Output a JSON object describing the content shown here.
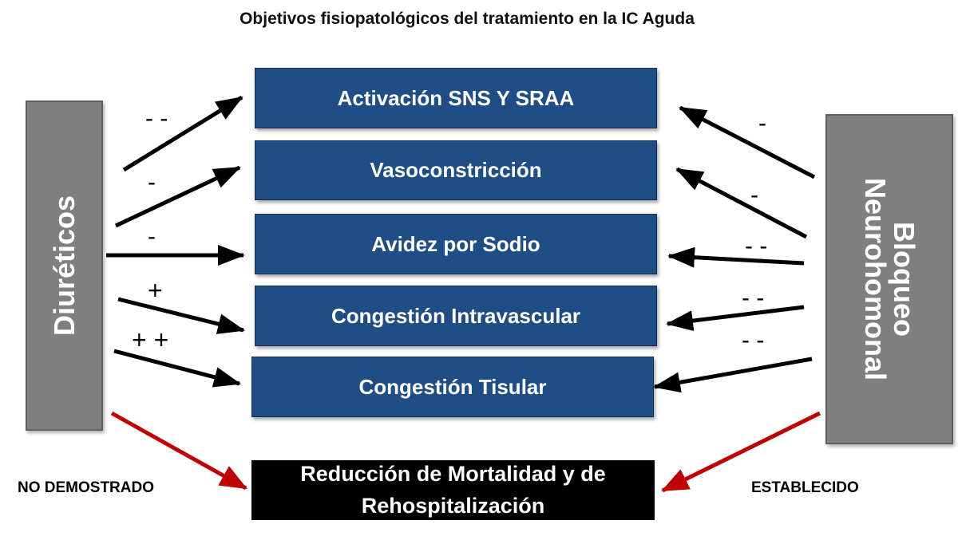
{
  "title": "Objetivos  fisiopatológicos del tratamiento en la IC Aguda",
  "left_panel": {
    "label": "Diuréticos"
  },
  "right_panel": {
    "line1": "Bloqueo",
    "line2": "Neurohomonal"
  },
  "targets": [
    {
      "label": "Activación SNS Y SRAA"
    },
    {
      "label": "Vasoconstricción"
    },
    {
      "label": "Avidez por Sodio"
    },
    {
      "label": "Congestión Intravascular"
    },
    {
      "label": "Congestión Tisular"
    }
  ],
  "left_effects": [
    "- -",
    "-",
    "-",
    "+",
    "+ +"
  ],
  "right_effects": [
    "-",
    "-",
    "- -",
    "- -",
    "- -"
  ],
  "outcome": {
    "line1": "Reducción de Mortalidad y de",
    "line2": "Rehospitalización"
  },
  "left_outcome_label": "NO DEMOSTRADO",
  "right_outcome_label": "ESTABLECIDO",
  "colors": {
    "box_fill": "#1f4e86",
    "side_fill": "#7f7f7f",
    "outcome_fill": "#000000",
    "red_arrow": "#c00000"
  }
}
